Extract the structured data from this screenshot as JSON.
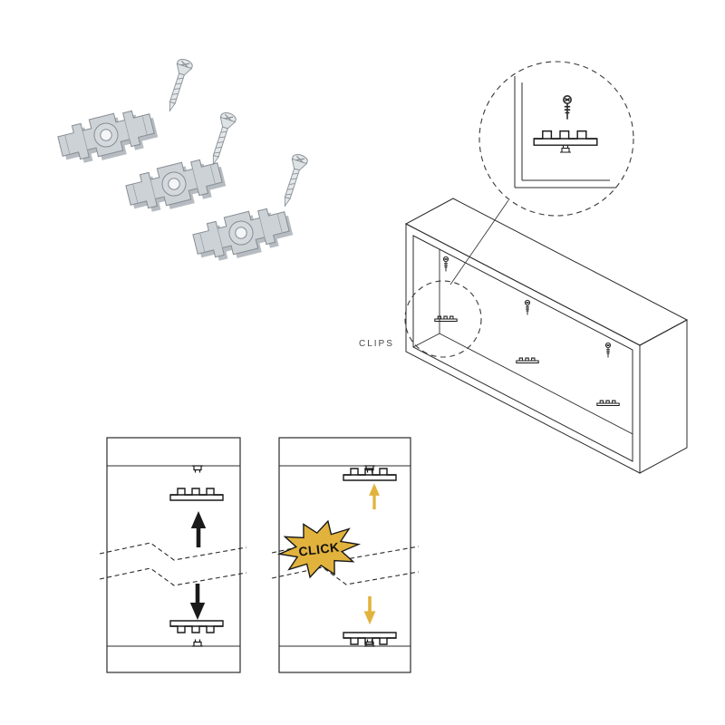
{
  "figure": {
    "type": "assembly-instruction-diagram",
    "labels": {
      "clips": "CLIPS",
      "click": "CLICK"
    },
    "colors": {
      "accent_yellow": "#E2B33C",
      "clip_gray": "#CDD2D6",
      "line_dark": "#1A1A1A"
    },
    "hardware": {
      "clip_count": 3,
      "screw_count": 3
    },
    "steps": {
      "panel_count": 2
    },
    "icons": {
      "clip_part": "mounting-clip",
      "screw_part": "countersunk-screw",
      "callout": "detail-magnifier-circle",
      "arrow_up": "arrow-up",
      "arrow_down": "arrow-down",
      "click_burst": "starburst"
    }
  }
}
